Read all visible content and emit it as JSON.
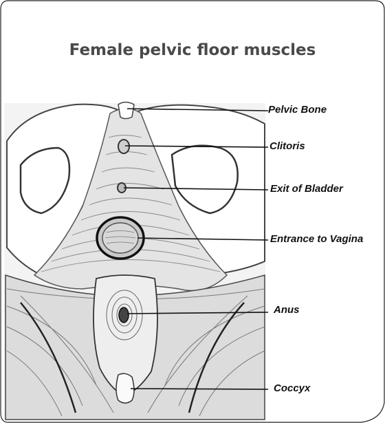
{
  "title": "Female pelvic floor muscles",
  "labels": {
    "pelvic_bone": "Pelvic Bone",
    "clitoris": "Clitoris",
    "exit_of_bladder": "Exit of Bladder",
    "entrance_to_vagina": "Entrance to Vagina",
    "anus": "Anus",
    "coccyx": "Coccyx"
  },
  "colors": {
    "title": "#4a4a4a",
    "label": "#111111",
    "line": "#111111",
    "sketch": "#555555"
  }
}
